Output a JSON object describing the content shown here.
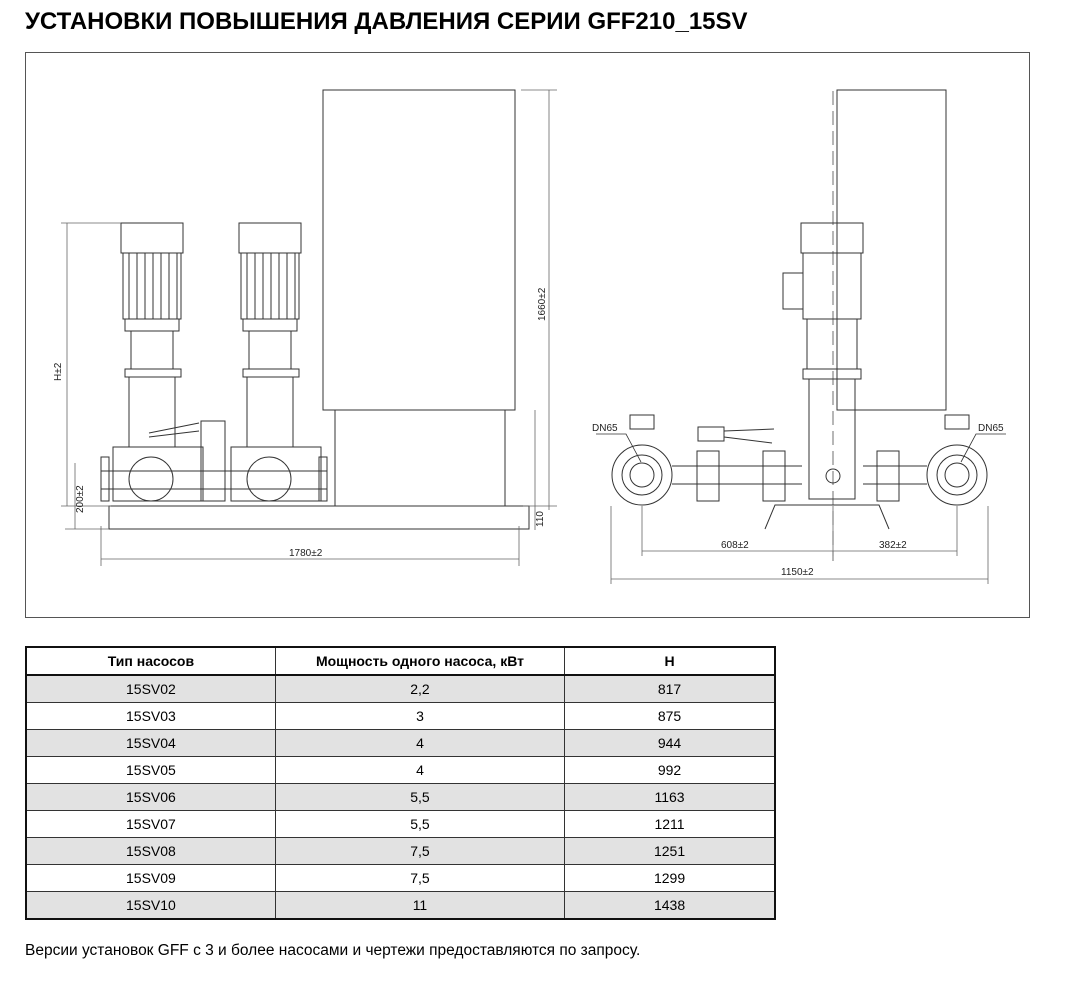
{
  "title": "УСТАНОВКИ ПОВЫШЕНИЯ ДАВЛЕНИЯ СЕРИИ GFF210_15SV",
  "drawing": {
    "dims": {
      "height": "H±2",
      "base_height": "200±2",
      "length": "1780±2",
      "cabinet_height": "1660±2",
      "frame_height": "110",
      "dn_left": "DN65",
      "dn_right": "DN65",
      "dist_left": "608±2",
      "dist_right": "382±2",
      "width": "1150±2"
    }
  },
  "table": {
    "headers": [
      "Тип насосов",
      "Мощность одного насоса, кВт",
      "H"
    ],
    "rows": [
      [
        "15SV02",
        "2,2",
        "817"
      ],
      [
        "15SV03",
        "3",
        "875"
      ],
      [
        "15SV04",
        "4",
        "944"
      ],
      [
        "15SV05",
        "4",
        "992"
      ],
      [
        "15SV06",
        "5,5",
        "1163"
      ],
      [
        "15SV07",
        "5,5",
        "1211"
      ],
      [
        "15SV08",
        "7,5",
        "1251"
      ],
      [
        "15SV09",
        "7,5",
        "1299"
      ],
      [
        "15SV10",
        "11",
        "1438"
      ]
    ]
  },
  "note": "Версии установок GFF с 3 и более насосами и чертежи предоставляются по запросу."
}
